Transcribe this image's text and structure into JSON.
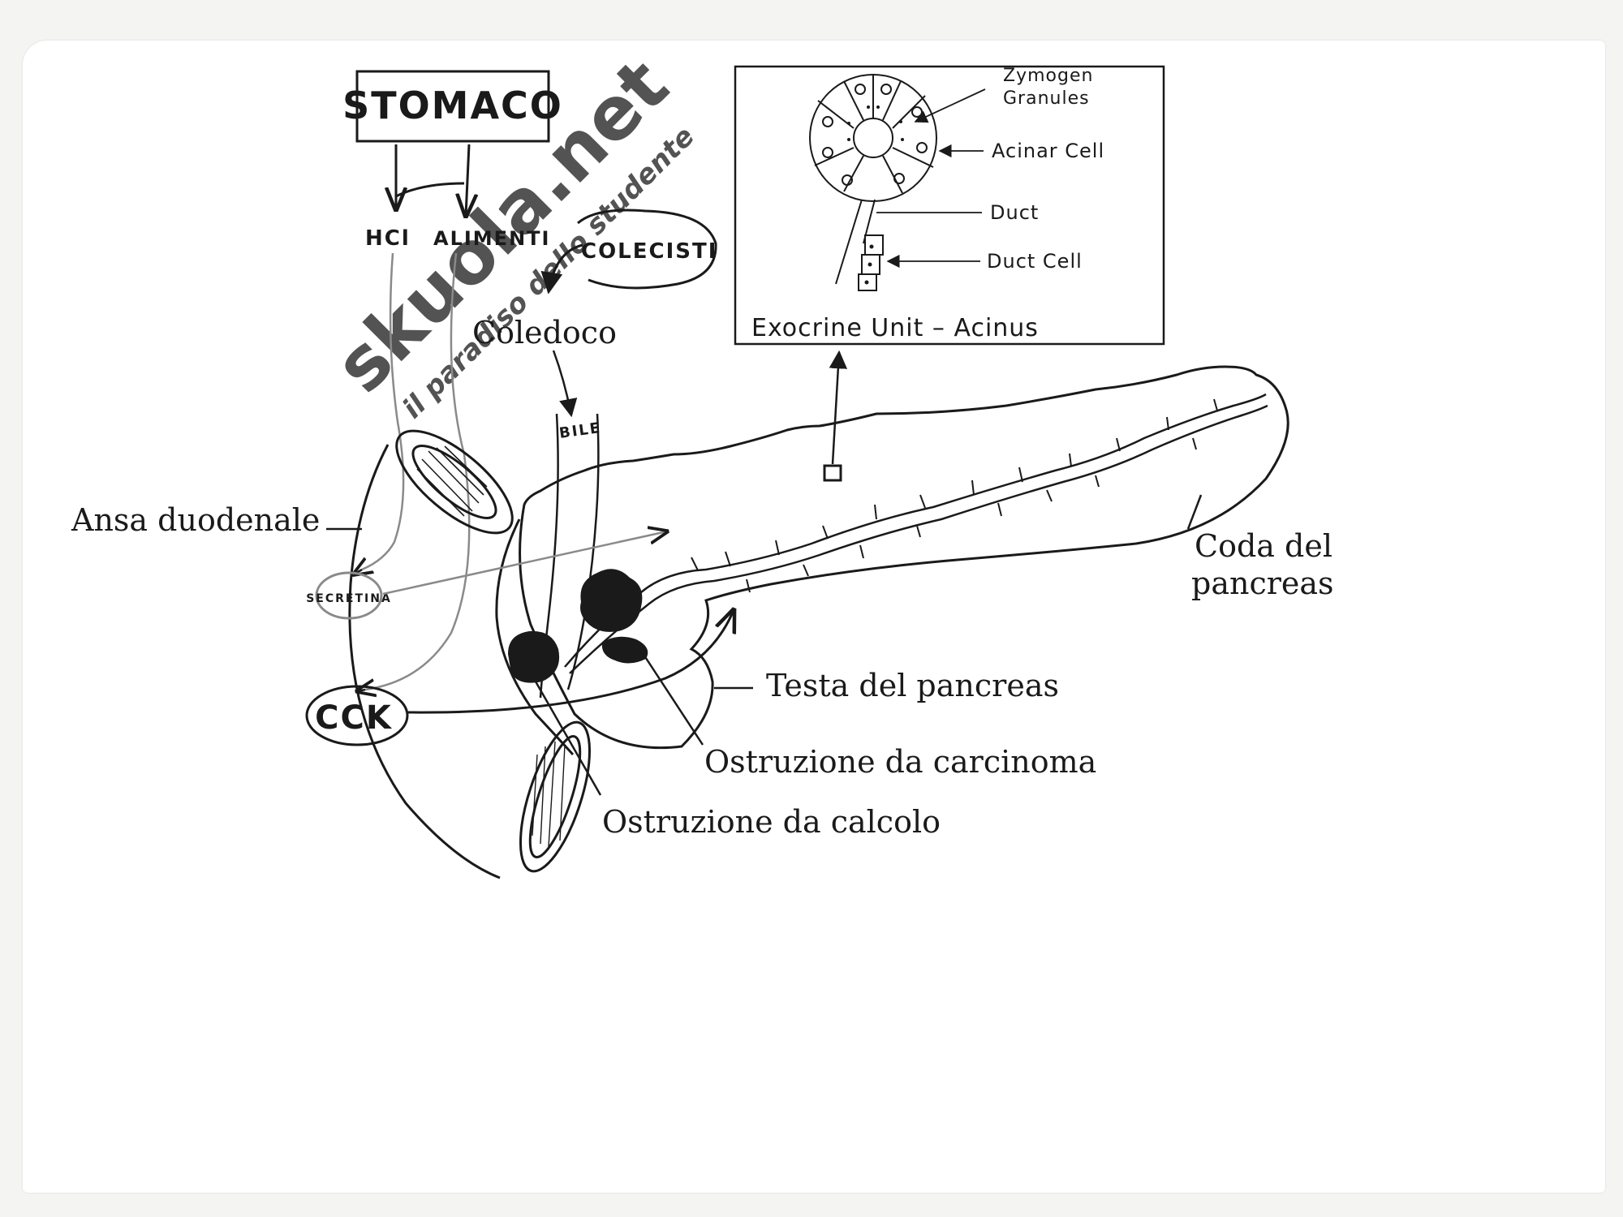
{
  "watermark": {
    "brand": "skuola.net",
    "tagline": "il paradiso dello studente",
    "color": "#bfe3f2"
  },
  "flow": {
    "stomach": "STOMACO",
    "hcl": "HCl",
    "food": "ALIMENTI",
    "gallbladder": "COLECISTI",
    "common_bile_duct": "Coledoco",
    "bile": "BILE",
    "secretin": "SECRETINA",
    "cck": "CCK"
  },
  "labels": {
    "duodenal_loop": "Ansa duodenale",
    "pancreas_tail_line1": "Coda del",
    "pancreas_tail_line2": "pancreas",
    "pancreas_head": "Testa del pancreas",
    "carcinoma_obstruction": "Ostruzione da carcinoma",
    "stone_obstruction": "Ostruzione da calcolo"
  },
  "inset": {
    "title": "Exocrine Unit – Acinus",
    "zymogen_line1": "Zymogen",
    "zymogen_line2": "Granules",
    "acinar_cell": "Acinar Cell",
    "duct": "Duct",
    "duct_cell": "Duct Cell"
  },
  "colors": {
    "ink": "#1a1a1a",
    "pencil": "#8a8a8a",
    "watermark": "#bfe3f2"
  }
}
